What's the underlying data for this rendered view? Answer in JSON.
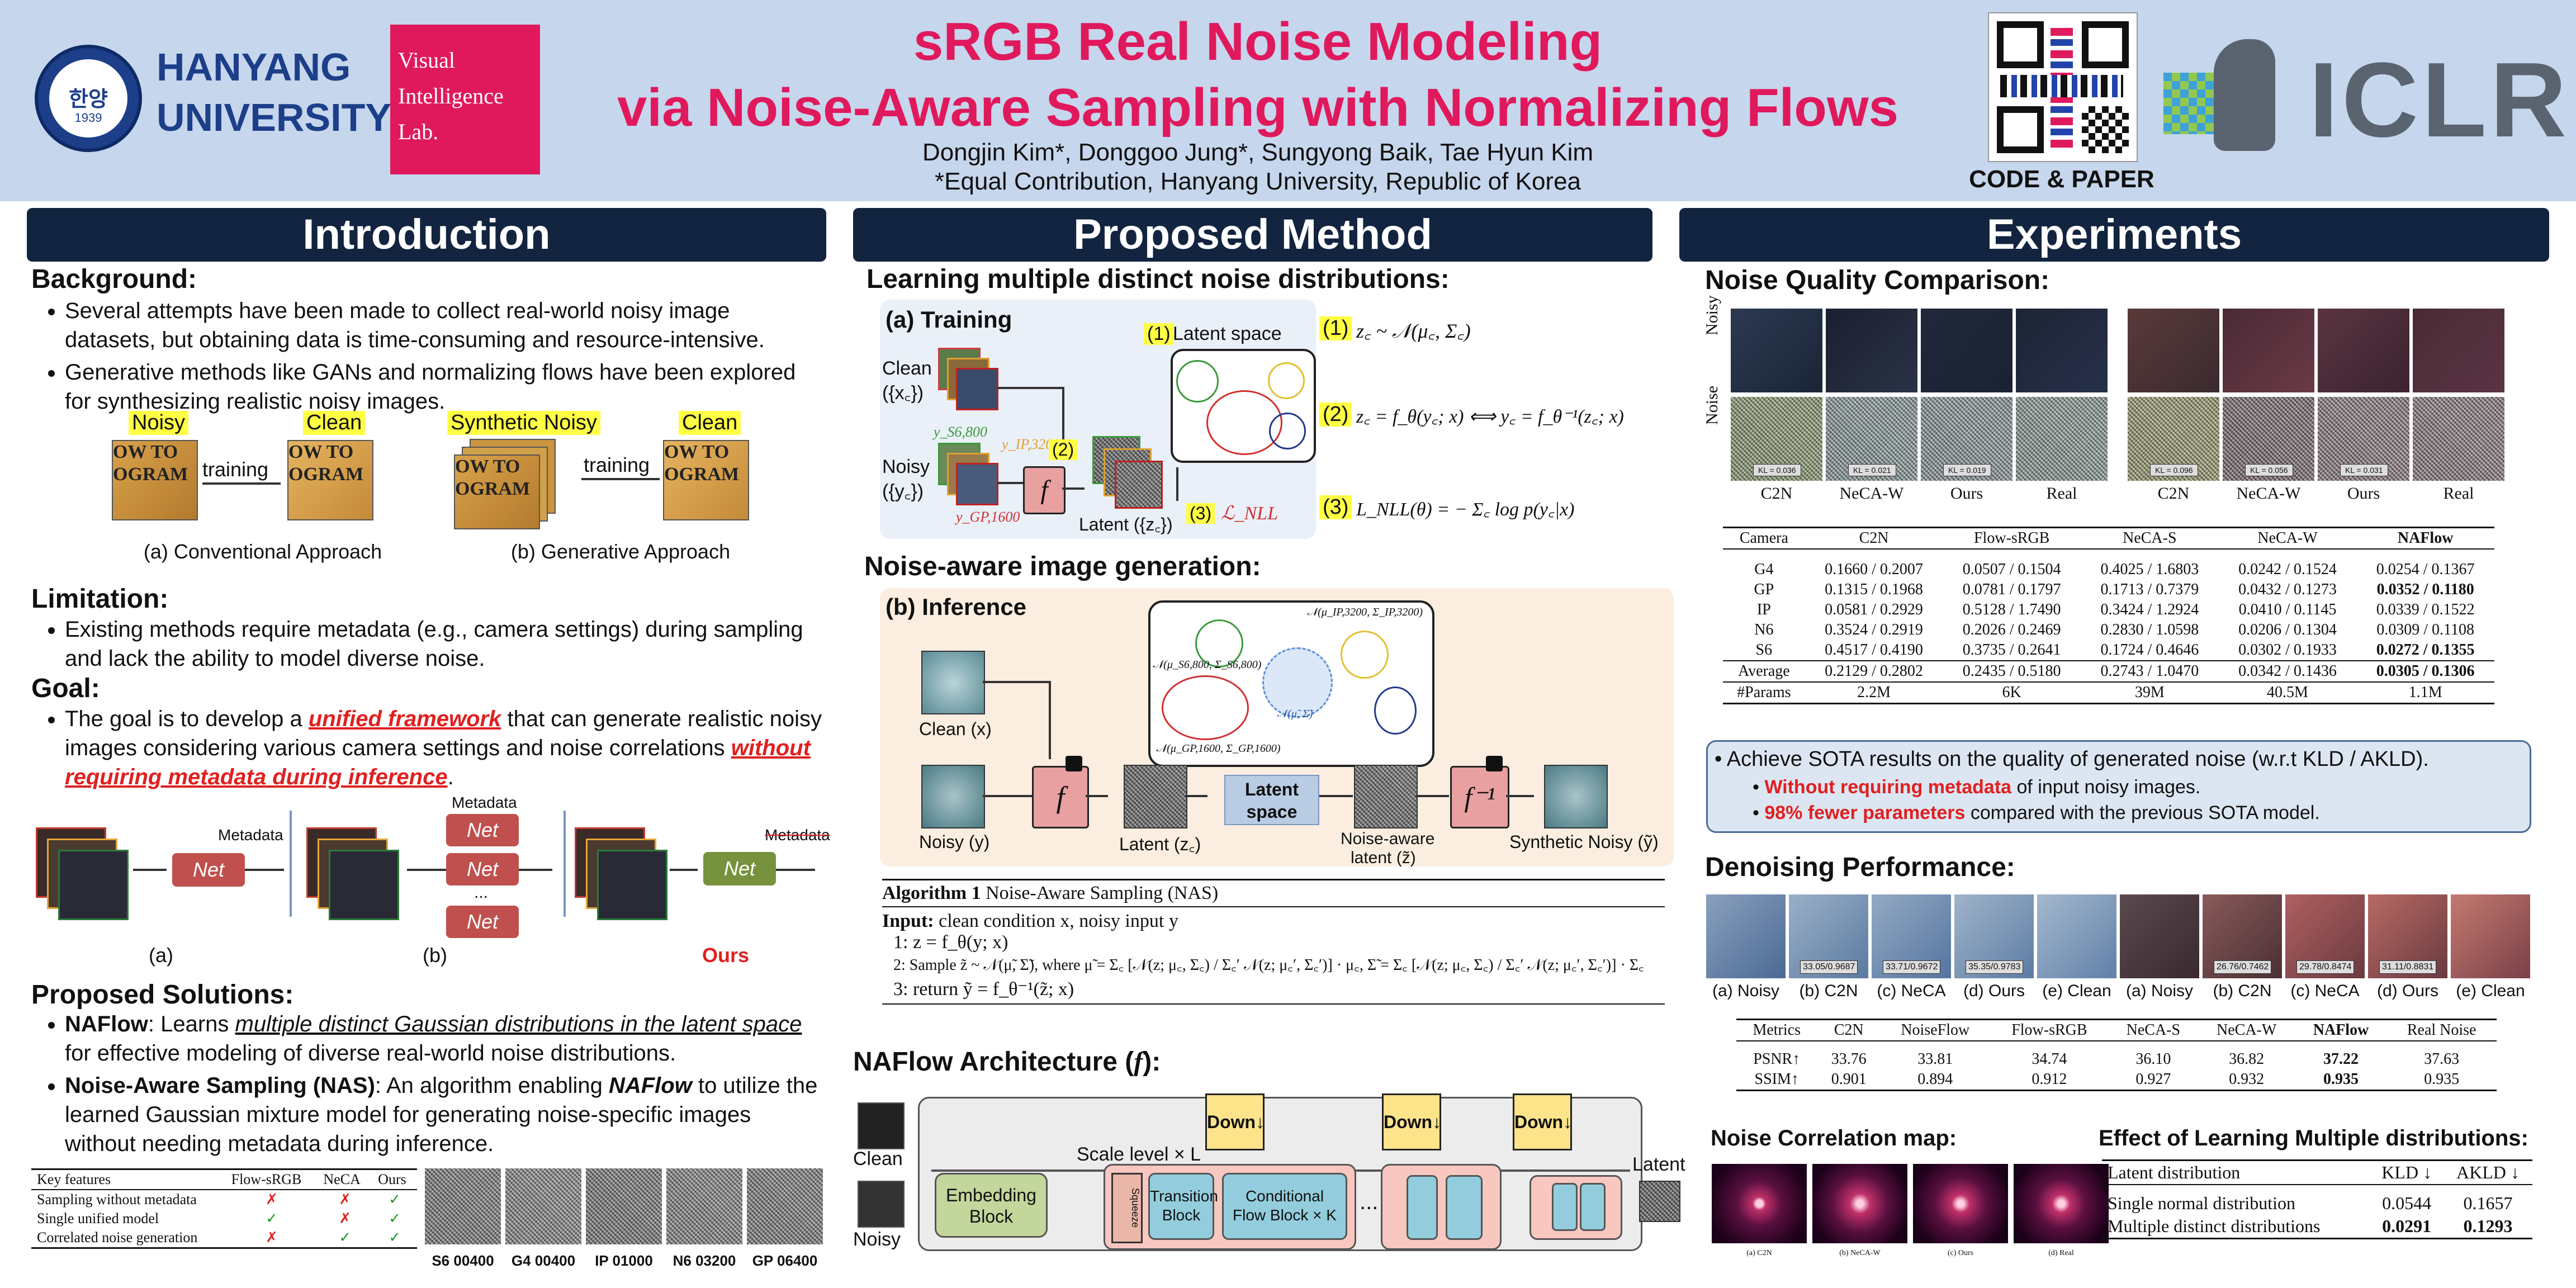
{
  "header": {
    "university_line1": "HANYANG",
    "university_line2": "UNIVERSITY",
    "seal_year": "1939",
    "seal_center": "한양",
    "lab_line1": "Visual",
    "lab_line2": "Intelligence",
    "lab_line3": "Lab.",
    "title_line1": "sRGB Real Noise Modeling",
    "title_line2": "via Noise-Aware Sampling with Normalizing Flows",
    "authors": "Dongjin Kim*, Donggoo Jung*, Sungyong Baik, Tae Hyun Kim",
    "affiliation": "*Equal Contribution, Hanyang University, Republic of Korea",
    "qr_caption": "CODE & PAPER",
    "conference": "ICLR"
  },
  "intro": {
    "heading": "Introduction",
    "background_title": "Background:",
    "background_bullets": [
      "Several attempts have been made to collect real-world noisy image datasets, but obtaining data is time-consuming and resource-intensive.",
      "Generative methods like GANs and normalizing flows have been explored for synthesizing realistic noisy images."
    ],
    "fig_labels": {
      "noisy": "Noisy",
      "clean": "Clean",
      "synthetic_noisy": "Synthetic Noisy",
      "training": "training",
      "caption_a": "(a) Conventional Approach",
      "caption_b": "(b) Generative Approach",
      "book_text": "OW TO\nOGRAM"
    },
    "limitation_title": "Limitation:",
    "limitation_bullet": "Existing methods require metadata (e.g., camera settings) during sampling and lack the ability to model diverse noise.",
    "goal_title": "Goal:",
    "goal_pre": "The goal is to develop a ",
    "goal_em1": "unified framework",
    "goal_mid": " that can generate realistic noisy images considering various camera settings and noise correlations ",
    "goal_em2": "without requiring metadata during inference",
    "goal_end": ".",
    "net_fig": {
      "net": "Net",
      "metadata": "Metadata",
      "dots": "...",
      "cap_a": "(a)",
      "cap_b": "(b)",
      "cap_ours": "Ours"
    },
    "solutions_title": "Proposed Solutions:",
    "sol1_name": "NAFlow",
    "sol1_pre": ": Learns ",
    "sol1_em": "multiple distinct Gaussian distributions in the latent space",
    "sol1_post": " for effective modeling of diverse real-world noise distributions.",
    "sol2_name": "Noise-Aware Sampling (NAS)",
    "sol2_pre": ": An algorithm enabling ",
    "sol2_em": "NAFlow",
    "sol2_post": " to utilize the learned Gaussian mixture model for generating noise-specific images without needing metadata during inference.",
    "features_table": {
      "headers": [
        "Key features",
        "Flow-sRGB",
        "NeCA",
        "Ours"
      ],
      "rows": [
        {
          "label": "Sampling without metadata",
          "flow": "✗",
          "neca": "✗",
          "ours": "✓"
        },
        {
          "label": "Single unified model",
          "flow": "✓",
          "neca": "✗",
          "ours": "✓"
        },
        {
          "label": "Correlated noise generation",
          "flow": "✗",
          "neca": "✓",
          "ours": "✓"
        }
      ]
    },
    "noise_samples": [
      "S6 00400",
      "G4 00400",
      "IP 01000",
      "N6 03200",
      "GP 06400"
    ]
  },
  "method": {
    "heading": "Proposed Method",
    "section1": "Learning multiple distinct noise distributions:",
    "training_title": "(a) Training",
    "clean_label": "Clean",
    "clean_set": "({x꜀})",
    "noisy_label": "Noisy",
    "noisy_set": "({y꜀})",
    "y_s6": "y_S6,800",
    "y_ip": "y_IP,3200",
    "y_gp": "y_GP,1600",
    "f": "f",
    "latent_label": "Latent ({z꜀})",
    "latent_space": "Latent space",
    "loss": "ℒ_NLL",
    "badge1": "(1)",
    "badge2": "(2)",
    "badge3": "(3)",
    "eq1": "z꜀ ~ 𝒩(μ꜀, Σ꜀)",
    "eq2": "z꜀ = f_θ(y꜀; x)  ⟺  y꜀ = f_θ⁻¹(z꜀; x)",
    "eq3": "L_NLL(θ) = − Σ꜀ log p(y꜀|x)",
    "section2": "Noise-aware image generation:",
    "inference_title": "(b) Inference",
    "inf_clean": "Clean (x)",
    "inf_noisy": "Noisy (y)",
    "inf_latent": "Latent (z꜀)",
    "latent_box_1": "Latent",
    "latent_box_2": "space",
    "noise_aware_1": "Noise-aware",
    "noise_aware_2": "latent (z̃)",
    "synthetic_noisy": "Synthetic Noisy (ỹ)",
    "f_inv": "f⁻¹",
    "dist_ip": "𝒩(μ_IP,3200, Σ_IP,3200)",
    "dist_s6": "𝒩(μ_S6,800, Σ_S6,800)",
    "dist_gp": "𝒩(μ_GP,1600, Σ_GP,1600)",
    "dist_tilde": "𝒩(μ̃, Σ̃)",
    "alg_title": "Algorithm 1",
    "alg_name": "Noise-Aware Sampling (NAS)",
    "alg_input_label": "Input:",
    "alg_input": "clean condition x, noisy input y",
    "alg_line1": "1:  z = f_θ(y; x)",
    "alg_line2": "2:  Sample z̃ ~ 𝒩(μ̃, Σ̃), where μ̃ = Σ꜀ [𝒩(z; μ꜀, Σ꜀) / Σ꜀′ 𝒩(z; μ꜀′, Σ꜀′)] · μ꜀,  Σ̃ = Σ꜀ [𝒩(z; μ꜀, Σ꜀) / Σ꜀′ 𝒩(z; μ꜀′, Σ꜀′)] · Σ꜀",
    "alg_line3": "3:  return ỹ = f_θ⁻¹(z̃; x)",
    "section3": "NAFlow Architecture (",
    "section3_f": "f",
    "section3_end": "):",
    "arch": {
      "clean": "Clean",
      "noisy": "Noisy",
      "latent": "Latent",
      "down": "Down↓",
      "scale": "Scale level  × L",
      "embedding": "Embedding\nBlock",
      "squeeze": "Squeeze",
      "transition": "Transition\nBlock",
      "conditional": "Conditional\nFlow Block × K",
      "dots": "..."
    }
  },
  "experiments": {
    "heading": "Experiments",
    "nq_title": "Noise Quality Comparison:",
    "nq_row_noisy": "Noisy",
    "nq_row_noise": "Noise",
    "nq_cols": [
      "C2N",
      "NeCA-W",
      "Ours",
      "Real",
      "C2N",
      "NeCA-W",
      "Ours",
      "Real"
    ],
    "nq_kl": [
      "KL = 0.036",
      "KL = 0.021",
      "KL = 0.019",
      "",
      "KL = 0.096",
      "KL = 0.056",
      "KL = 0.031",
      ""
    ],
    "kl_table": {
      "headers": [
        "Camera",
        "C2N",
        "Flow-sRGB",
        "NeCA-S",
        "NeCA-W",
        "NAFlow"
      ],
      "rows": [
        [
          "G4",
          "0.1660 / 0.2007",
          "0.0507 / 0.1504",
          "0.4025 / 1.6803",
          "0.0242 / 0.1524",
          "0.0254 / 0.1367"
        ],
        [
          "GP",
          "0.1315 / 0.1968",
          "0.0781 / 0.1797",
          "0.1713 / 0.7379",
          "0.0432 / 0.1273",
          "0.0352 / 0.1180"
        ],
        [
          "IP",
          "0.0581 / 0.2929",
          "0.5128 / 1.7490",
          "0.3424 / 1.2924",
          "0.0410 / 0.1145",
          "0.0339 / 0.1522"
        ],
        [
          "N6",
          "0.3524 / 0.2919",
          "0.2026 / 0.2469",
          "0.2830 / 1.0598",
          "0.0206 / 0.1304",
          "0.0309 / 0.1108"
        ],
        [
          "S6",
          "0.4517 / 0.4190",
          "0.3735 / 0.2641",
          "0.1724 / 0.4646",
          "0.0302 / 0.1933",
          "0.0272 / 0.1355"
        ]
      ],
      "average": [
        "Average",
        "0.2129 / 0.2802",
        "0.2435 / 0.5180",
        "0.2743 / 1.0470",
        "0.0342 / 0.1436",
        "0.0305 / 0.1306"
      ],
      "params": [
        "#Params",
        "2.2M",
        "6K",
        "39M",
        "40.5M",
        "1.1M"
      ]
    },
    "sota_line": "Achieve SOTA results on the quality of generated noise (w.r.t KLD / AKLD).",
    "sota_sub1_red": "Without requiring metadata",
    "sota_sub1_rest": " of input noisy images.",
    "sota_sub2_red": "98% fewer parameters",
    "sota_sub2_rest": " compared with the previous SOTA model.",
    "dn_title": "Denoising Performance:",
    "dn_captions": [
      "(a) Noisy",
      "(b) C2N",
      "(c) NeCA",
      "(d) Ours",
      "(e) Clean",
      "(a) Noisy",
      "(b) C2N",
      "(c) NeCA",
      "(d) Ours",
      "(e) Clean"
    ],
    "dn_scores": [
      "",
      "33.05/0.9687",
      "33.71/0.9672",
      "35.35/0.9783",
      "",
      "",
      "26.76/0.7462",
      "29.78/0.8474",
      "31.11/0.8831",
      ""
    ],
    "dn_table": {
      "headers": [
        "Metrics",
        "C2N",
        "NoiseFlow",
        "Flow-sRGB",
        "NeCA-S",
        "NeCA-W",
        "NAFlow",
        "Real Noise"
      ],
      "rows": [
        [
          "PSNR↑",
          "33.76",
          "33.81",
          "34.74",
          "36.10",
          "36.82",
          "37.22",
          "37.63"
        ],
        [
          "SSIM↑",
          "0.901",
          "0.894",
          "0.912",
          "0.927",
          "0.932",
          "0.935",
          "0.935"
        ]
      ]
    },
    "corr_title": "Noise Correlation map:",
    "corr_caps": [
      "(a) C2N",
      "(b) NeCA-W",
      "(c) Ours",
      "(d) Real"
    ],
    "eff_title": "Effect of Learning Multiple distributions:",
    "eff_table": {
      "headers": [
        "Latent distribution",
        "KLD ↓",
        "AKLD ↓"
      ],
      "rows": [
        [
          "Single normal distribution",
          "0.0544",
          "0.1657"
        ],
        [
          "Multiple distinct distributions",
          "0.0291",
          "0.1293"
        ]
      ]
    }
  },
  "colors": {
    "header_bg": "#c6d6ec",
    "title_pink": "#e0195d",
    "section_navy": "#12243f",
    "net_red": "#c0504d",
    "net_green": "#76923c",
    "highlight_yellow": "#ffff44"
  }
}
